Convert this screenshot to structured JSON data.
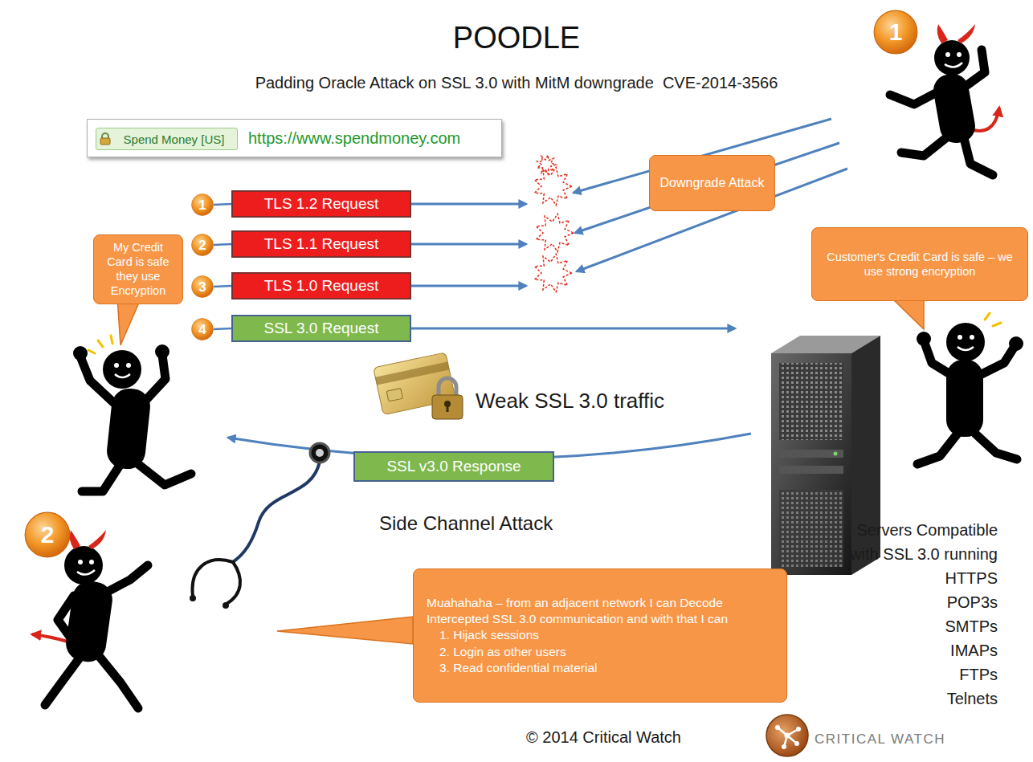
{
  "diagram": {
    "title": "POODLE",
    "nodes": [
      {
        "text": [
          "https://www.spendmoney.com"
        ]
      },
      {
        "text": [
          "Spend Money [US]"
        ],
        "in": 0
      },
      {
        "text": [
          "1"
        ]
      },
      {
        "text": [
          "Downgrade Attack"
        ]
      },
      {
        "text": [
          "1"
        ]
      },
      {
        "text": [
          "TLS 1.2 Request"
        ]
      },
      {
        "text": [
          "2"
        ]
      },
      {
        "text": [
          "TLS 1.1 Request"
        ]
      },
      {
        "text": [
          "Customer's Credit Card is safe – we use strong encryption"
        ]
      },
      {
        "text": [
          "My Credit Card is safe they use Encryption"
        ]
      },
      {
        "text": [
          "3"
        ]
      },
      {
        "text": [
          "TLS 1.0 Request"
        ]
      },
      {
        "text": [
          "4"
        ]
      },
      {
        "text": [
          "SSL 3.0 Request"
        ]
      },
      {
        "text": [
          "SSL v3.0 Response"
        ]
      },
      {
        "text": [
          "2"
        ]
      },
      {
        "text": [
          "Muahahaha – from an adjacent network I can Decode Intercepted SSL 3.0 communication and with that I can",
          "1. Hijack sessions",
          "2. Login as other users",
          "3. Read confidential material"
        ]
      }
    ],
    "edges": [
      {
        "from": 4,
        "to": 5,
        "arrow": "none"
      },
      {
        "from": 6,
        "to": 7,
        "arrow": "none"
      },
      {
        "from": 10,
        "to": 11,
        "arrow": "none"
      },
      {
        "from": 12,
        "to": 13,
        "arrow": "none"
      }
    ],
    "labels": [
      "Padding Oracle Attack on SSL 3.0 with MitM downgrade  CVE-2014-3566",
      "Weak SSL 3.0 traffic",
      "Side Channel Attack",
      "Servers Compatible with SSL 3.0 running",
      "HTTPS",
      "POP3s",
      "SMTPs",
      "IMAPs",
      "FTPs",
      "Telnets",
      "© 2014 Critical Watch",
      "CRITICAL WATCH"
    ]
  }
}
